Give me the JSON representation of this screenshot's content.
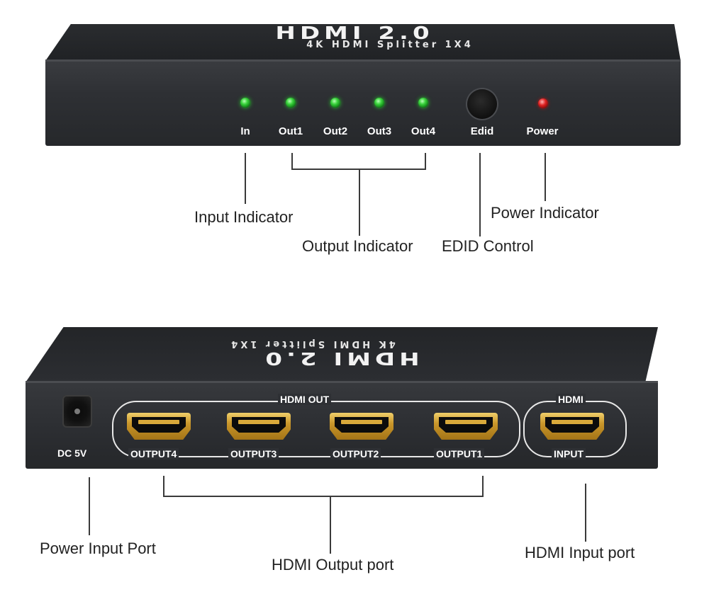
{
  "front_panel": {
    "brand_title": "HDMI 2.0",
    "brand_subtitle": "4K HDMI Splitter 1X4",
    "indicators": [
      {
        "label": "In",
        "led_color": "#2fc233"
      },
      {
        "label": "Out1",
        "led_color": "#2fc233"
      },
      {
        "label": "Out2",
        "led_color": "#2fc233"
      },
      {
        "label": "Out3",
        "led_color": "#2fc233"
      },
      {
        "label": "Out4",
        "led_color": "#2fc233"
      }
    ],
    "edid_label": "Edid",
    "power_label": "Power",
    "power_led_color": "#d81b1b"
  },
  "front_annotations": {
    "input_indicator": "Input Indicator",
    "output_indicator": "Output Indicator",
    "edid_control": "EDID Control",
    "power_indicator": "Power Indicator"
  },
  "back_panel": {
    "brand_title": "HDMI 2.0",
    "brand_subtitle": "4K HDMI Splitter 1X4",
    "dc_label": "DC 5V",
    "hdmi_out_label": "HDMI OUT",
    "outputs": [
      "OUTPUT4",
      "OUTPUT3",
      "OUTPUT2",
      "OUTPUT1"
    ],
    "hdmi_in_label": "HDMI",
    "input_label": "INPUT"
  },
  "back_annotations": {
    "power_input_port": "Power Input Port",
    "hdmi_output_port": "HDMI Output port",
    "hdmi_input_port": "HDMI Input port"
  }
}
